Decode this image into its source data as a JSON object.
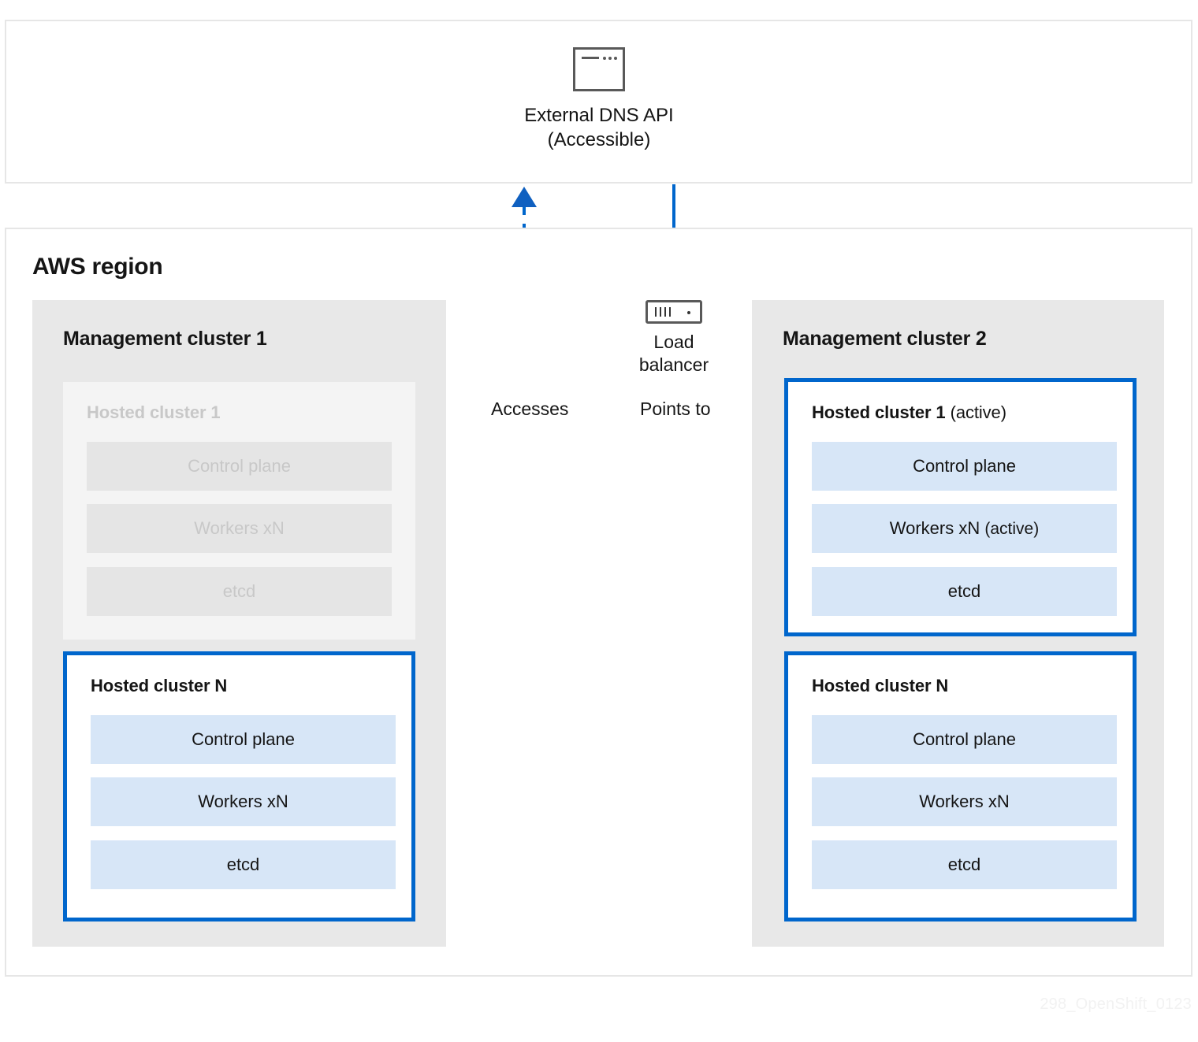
{
  "diagram": {
    "watermark": "298_OpenShift_0123",
    "colors": {
      "accent_blue": "#0066cc",
      "panel_blue": "#d7e6f7",
      "cluster_grey": "#e8e8e8",
      "faded_panel": "#f4f4f4",
      "faded_row": "#e5e5e5",
      "faded_text": "#c8c8c8",
      "icon_grey": "#595959",
      "frame_border": "#e6e6e6",
      "text": "#151515"
    }
  },
  "dns": {
    "title": "External DNS API",
    "subtitle": "(Accessible)",
    "icon": "browser-window-icon"
  },
  "aws": {
    "title": "AWS region"
  },
  "load_balancer": {
    "line1": "Load",
    "line2": "balancer",
    "icon": "load-balancer-icon"
  },
  "edges": {
    "accesses": "Accesses",
    "points_to": "Points to"
  },
  "management_cluster_1": {
    "title": "Management cluster 1",
    "hosted_clusters": [
      {
        "name": "Hosted cluster 1",
        "state": "",
        "active": false,
        "rows": [
          {
            "label": "Control plane",
            "state": ""
          },
          {
            "label": "Workers xN",
            "state": ""
          },
          {
            "label": "etcd",
            "state": ""
          }
        ]
      },
      {
        "name": "Hosted cluster N",
        "state": "",
        "active": true,
        "rows": [
          {
            "label": "Control plane",
            "state": ""
          },
          {
            "label": "Workers xN",
            "state": ""
          },
          {
            "label": "etcd",
            "state": ""
          }
        ]
      }
    ]
  },
  "management_cluster_2": {
    "title": "Management cluster 2",
    "hosted_clusters": [
      {
        "name": "Hosted cluster 1",
        "state": "(active)",
        "active": true,
        "rows": [
          {
            "label": "Control plane",
            "state": ""
          },
          {
            "label": "Workers xN",
            "state": "(active)"
          },
          {
            "label": "etcd",
            "state": ""
          }
        ]
      },
      {
        "name": "Hosted cluster N",
        "state": "",
        "active": true,
        "rows": [
          {
            "label": "Control plane",
            "state": ""
          },
          {
            "label": "Workers xN",
            "state": ""
          },
          {
            "label": "etcd",
            "state": ""
          }
        ]
      }
    ]
  }
}
